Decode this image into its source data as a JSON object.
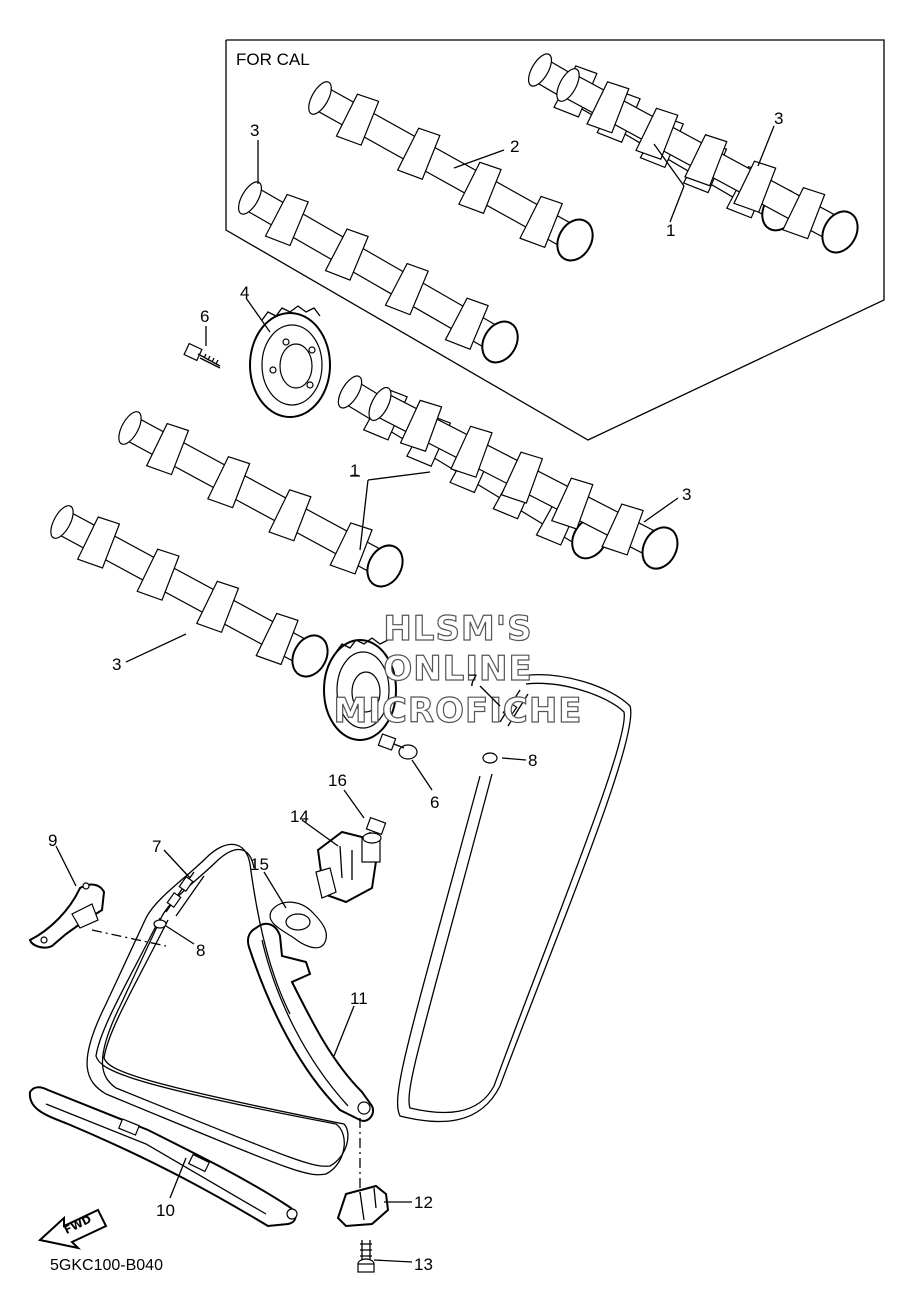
{
  "box_title": "FOR CAL",
  "diagram_code": "5GKC100-B040",
  "watermark": [
    "HLSM'S",
    "ONLINE",
    "MICROFICHE"
  ],
  "fwd_label": "FWD",
  "callouts": {
    "c1a": "1",
    "c1b": "1",
    "c2": "2",
    "c3a": "3",
    "c3b": "3",
    "c3c": "3",
    "c3d": "3",
    "c4": "4",
    "c6a": "6",
    "c6b": "6",
    "c7a": "7",
    "c7b": "7",
    "c8a": "8",
    "c8b": "8",
    "c9": "9",
    "c10": "10",
    "c11": "11",
    "c12": "12",
    "c13": "13",
    "c14": "14",
    "c15": "15",
    "c16": "16"
  },
  "icons": [
    "camshaft-icon",
    "cam-sprocket-icon",
    "bolt-icon",
    "chain-link-icon",
    "cam-chain-icon",
    "tensioner-icon",
    "gasket-icon",
    "chain-guide-icon",
    "fwd-arrow-icon"
  ]
}
